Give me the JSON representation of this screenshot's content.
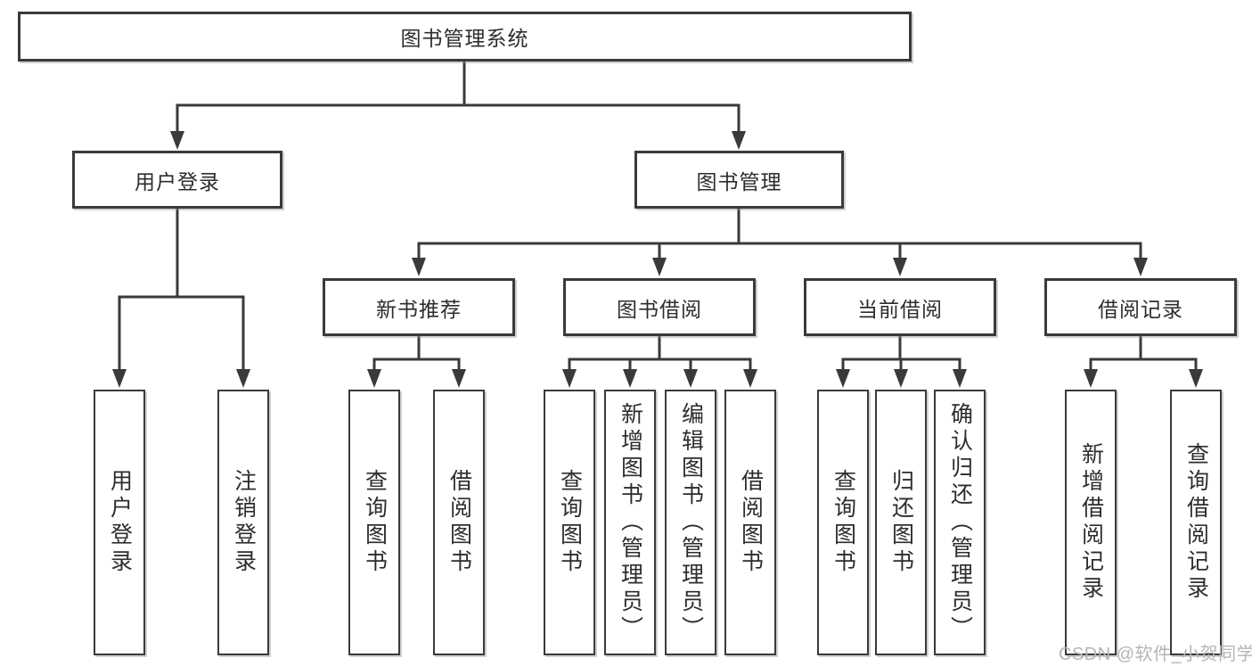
{
  "colors": {
    "line": "#3a3a3a",
    "text": "#2d2d2d",
    "background": "#ffffff",
    "watermark": "#b5b5b5"
  },
  "watermark": "CSDN @软件_小贺同学",
  "nodes": {
    "root": "图书管理系统",
    "user_login": "用户登录",
    "book_management": "图书管理",
    "new_book_recommend": "新书推荐",
    "book_borrowing": "图书借阅",
    "current_borrowing": "当前借阅",
    "borrowing_records": "借阅记录",
    "ul_user_login": "用户登录",
    "ul_logout": "注销登录",
    "nb_query_books": "查询图书",
    "nb_borrow_books": "借阅图书",
    "bb_query_books": "查询图书",
    "bb_add_books": "新增图书（管理员）",
    "bb_edit_books": "编辑图书（管理员）",
    "bb_borrow_books": "借阅图书",
    "cb_query_books": "查询图书",
    "cb_return_books": "归还图书",
    "cb_confirm_return": "确认归还（管理员）",
    "br_add_record": "新增借阅记录",
    "br_query_record": "查询借阅记录"
  }
}
